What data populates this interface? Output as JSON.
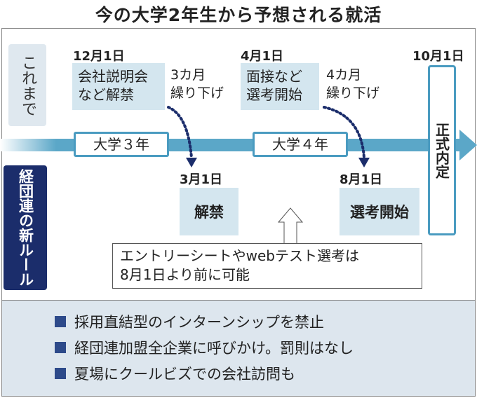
{
  "title": "今の大学2年生から予想される就活",
  "side": {
    "old": "これまで",
    "new": "経団連の新ルール"
  },
  "old": {
    "date1": "12月1日",
    "event1": [
      "会社説明会",
      "など解禁"
    ],
    "shift1": [
      "3カ月",
      "繰り下げ"
    ],
    "date2": "4月1日",
    "event2": [
      "面接など",
      "選考開始"
    ],
    "shift2": [
      "4カ月",
      "繰り下げ"
    ],
    "date3": "10月1日",
    "final": "正式内定"
  },
  "timeline": {
    "year3": "大学３年",
    "year4": "大学４年"
  },
  "new": {
    "date1": "3月1日",
    "event1": "解禁",
    "date2": "8月1日",
    "event2": "選考開始"
  },
  "callout": [
    "エントリーシートやwebテスト選考は",
    "8月1日より前に可能"
  ],
  "bullets": [
    "採用直結型のインターンシップを禁止",
    "経団連加盟全企業に呼びかけ。罰則はなし",
    "夏場にクールビズでの会社訪問も"
  ],
  "colors": {
    "navy": "#1b2d6b",
    "bar": "#5ba7c8",
    "lightbox": "#d4e6ef"
  }
}
